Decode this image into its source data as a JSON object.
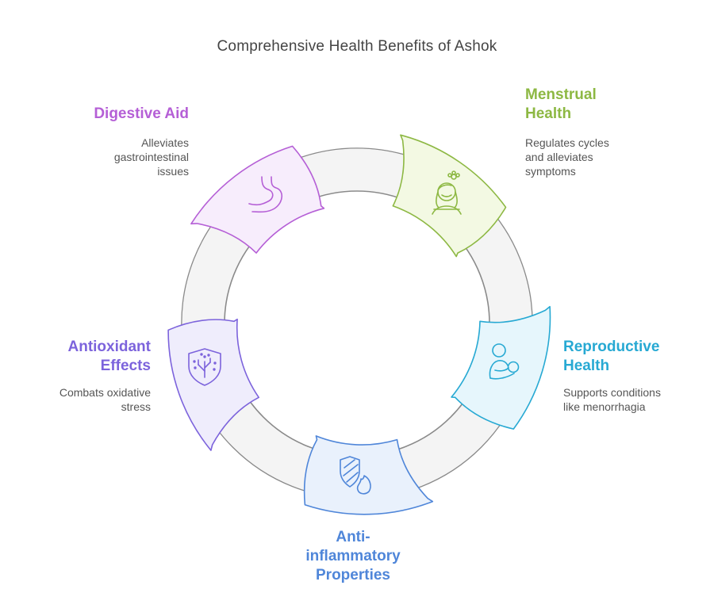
{
  "title": "Comprehensive Health Benefits of Ashok",
  "benefits": [
    {
      "id": "digestive",
      "label": "Digestive Aid",
      "description": "Alleviates gastrointestinal issues",
      "icon": "stomach-icon",
      "color": "#b55fd6",
      "fill": "#f7edfc"
    },
    {
      "id": "menstrual",
      "label": "Menstrual Health",
      "description": "Regulates cycles and alleviates symptoms",
      "icon": "woman-flower-icon",
      "color": "#8db843",
      "fill": "#f3f9e3"
    },
    {
      "id": "reproductive",
      "label": "Reproductive Health",
      "description": "Supports conditions like menorrhagia",
      "icon": "mother-baby-icon",
      "color": "#27a9d3",
      "fill": "#e6f6fc"
    },
    {
      "id": "antiinflammatory",
      "label": "Anti-inflammatory Properties",
      "description": "",
      "icon": "shield-flame-icon",
      "color": "#4f86d9",
      "fill": "#e9f1fc"
    },
    {
      "id": "antioxidant",
      "label": "Antioxidant Effects",
      "description": "Combats oxidative stress",
      "icon": "shield-tree-icon",
      "color": "#7c63dc",
      "fill": "#efedfc"
    }
  ],
  "ring_color": "#f4f4f4",
  "ring_stroke": "#8a8a8a"
}
